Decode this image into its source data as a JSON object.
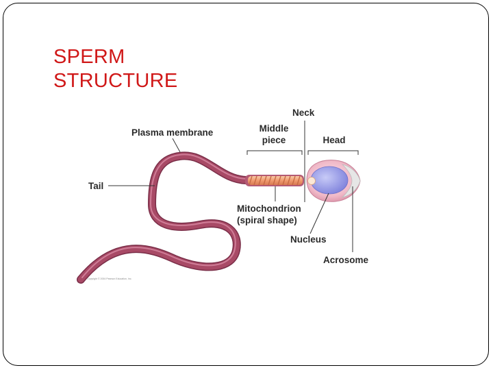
{
  "slide": {
    "title_line1": "SPERM",
    "title_line2": "STRUCTURE"
  },
  "diagram": {
    "labels": {
      "plasma_membrane": "Plasma membrane",
      "neck": "Neck",
      "middle_piece_line1": "Middle",
      "middle_piece_line2": "piece",
      "head": "Head",
      "tail": "Tail",
      "mitochondrion_line1": "Mitochondrion",
      "mitochondrion_line2": "(spiral shape)",
      "nucleus": "Nucleus",
      "acrosome": "Acrosome"
    },
    "copyright": "Copyright © 2004 Pearson Education, Inc.",
    "colors": {
      "title": "#d01818",
      "tail": "#a84a66",
      "tail_highlight": "#d88aa4",
      "midpiece": "#f2a37a",
      "head": "#f3c3cf",
      "nucleus": "#9a9ce8",
      "acrosome": "#e0e0e0",
      "leader_line": "#333333"
    }
  }
}
